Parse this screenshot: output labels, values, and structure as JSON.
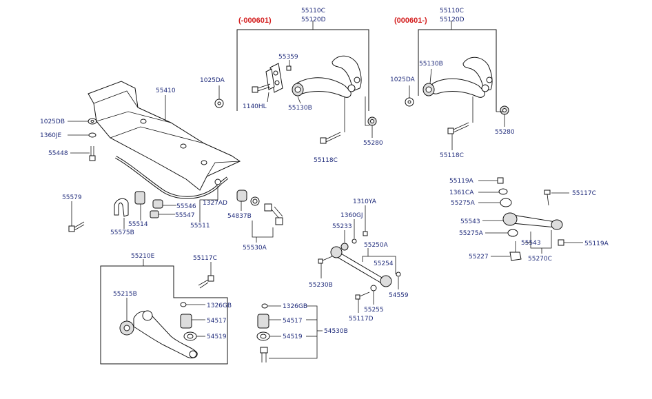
{
  "labels": {
    "l_55110C_a": "55110C",
    "l_55120D_a": "55120D",
    "l_var_a": "(-000601)",
    "l_55359": "55359",
    "l_1140HL": "1140HL",
    "l_55130B_a": "55130B",
    "l_55280_a": "55280",
    "l_55118C_a": "55118C",
    "l_55110C_b": "55110C",
    "l_55120D_b": "55120D",
    "l_var_b": "(000601-)",
    "l_55130B_b": "55130B",
    "l_1025DA_b": "1025DA",
    "l_55280_b": "55280",
    "l_55118C_b": "55118C",
    "l_1025DA_a": "1025DA",
    "l_55410": "55410",
    "l_1025DB": "1025DB",
    "l_1360JE": "1360JE",
    "l_55448": "55448",
    "l_55579": "55579",
    "l_55546": "55546",
    "l_55547": "55547",
    "l_55514": "55514",
    "l_55575B": "55575B",
    "l_1327AD": "1327AD",
    "l_55511": "55511",
    "l_54837B": "54837B",
    "l_55530A": "55530A",
    "l_1310YA": "1310YA",
    "l_1360GJ": "1360GJ",
    "l_55233": "55233",
    "l_55250A": "55250A",
    "l_55254": "55254",
    "l_55230B": "55230B",
    "l_54559": "54559",
    "l_55255": "55255",
    "l_55117D": "55117D",
    "l_55119A_a": "55119A",
    "l_1361CA": "1361CA",
    "l_55275A_a": "55275A",
    "l_55117C_r": "55117C",
    "l_55543_a": "55543",
    "l_55275A_b": "55275A",
    "l_55543_b": "55543",
    "l_55119A_b": "55119A",
    "l_55227": "55227",
    "l_55270C": "55270C",
    "l_55210E": "55210E",
    "l_55117C_l": "55117C",
    "l_55215B": "55215B",
    "l_1326GB_a": "1326GB",
    "l_54517_a": "54517",
    "l_54519_a": "54519",
    "l_1326GB_b": "1326GB",
    "l_54517_b": "54517",
    "l_54519_b": "54519",
    "l_54530B": "54530B"
  }
}
